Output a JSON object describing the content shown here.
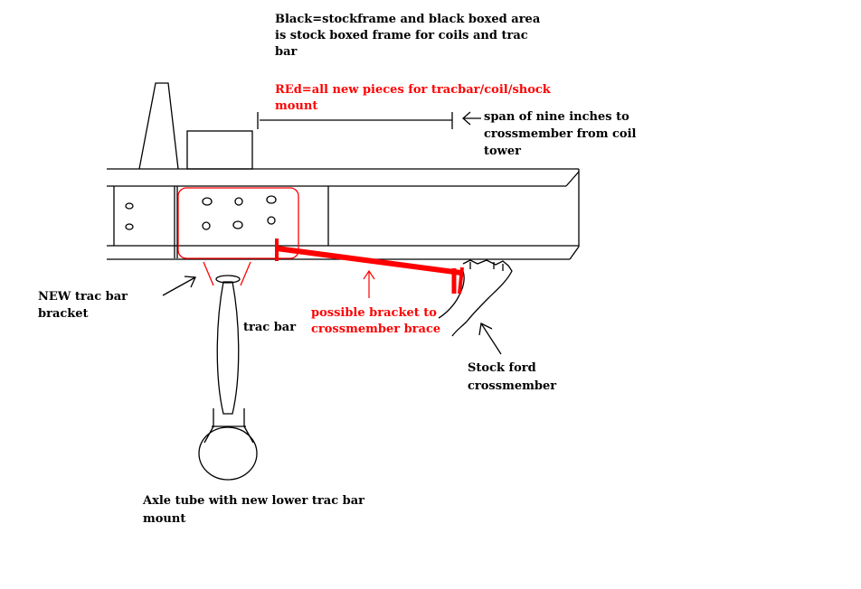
{
  "labels": {
    "legend_black_1": "Black=stockframe and black boxed area",
    "legend_black_2": "is stock boxed frame for coils and trac",
    "legend_black_3": "bar",
    "legend_red_1": "REd=all new pieces for tracbar/coil/shock",
    "legend_red_2": "mount",
    "span_1": "span of nine inches to",
    "span_2": "crossmember from coil",
    "span_3": "tower",
    "new_bracket_1": "NEW trac bar",
    "new_bracket_2": "bracket",
    "trac_bar": "trac bar",
    "possible_1": "possible bracket to",
    "possible_2": "crossmember brace",
    "stock_ford_1": "Stock ford",
    "stock_ford_2": "crossmember",
    "axle_1": "Axle tube with new lower trac bar",
    "axle_2": "mount"
  },
  "colors": {
    "stock": "#000000",
    "new_parts": "#ff0000",
    "background": "#ffffff"
  }
}
